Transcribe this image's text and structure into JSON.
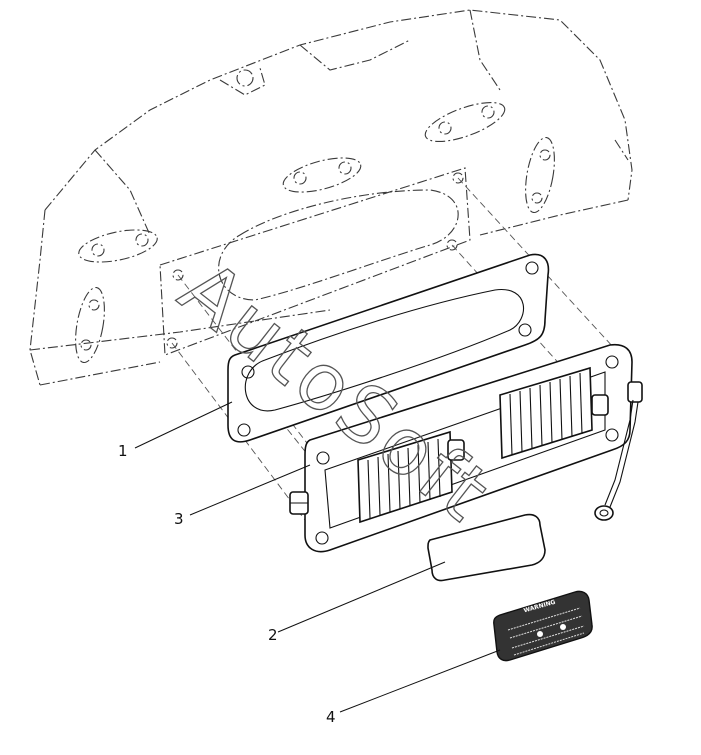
{
  "diagram": {
    "callouts": [
      {
        "id": "1",
        "label": "1"
      },
      {
        "id": "2",
        "label": "2"
      },
      {
        "id": "3",
        "label": "3"
      },
      {
        "id": "4",
        "label": "4"
      }
    ],
    "watermark": "AutoSoft",
    "warning_plate_title": "WARNING"
  }
}
